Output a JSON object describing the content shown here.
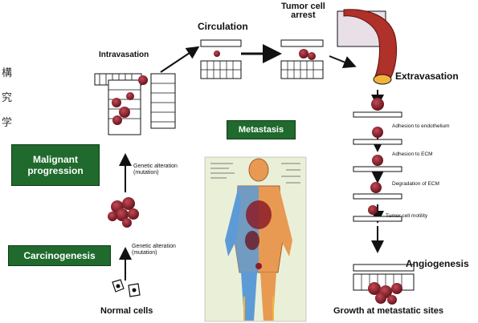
{
  "labels": {
    "intravasation": "Intravasation",
    "circulation": "Circulation",
    "tumor_cell_arrest": "Tumor cell\narrest",
    "extravasation": "Extravasation",
    "metastasis": "Metastasis",
    "malignant_progression": "Malignant\nprogression",
    "carcinogenesis": "Carcinogenesis",
    "genetic_alteration_1": "Genetic alteration\n(mutation)",
    "genetic_alteration_2": "Genetic alteration\n(mutation)",
    "normal_cells": "Normal cells",
    "adhesion_endothelium": "Adhesion to endothelium",
    "adhesion_ecm": "Adhesion to ECM",
    "degradation_ecm": "Degradation of ECM",
    "tumor_cell_motility": "Tumor cell motility",
    "angiogenesis": "Angiogenesis",
    "growth_metastatic": "Growth at metastatic sites"
  },
  "side_chars": [
    "構",
    "究",
    "学"
  ],
  "colors": {
    "green_box": "#1f6a2c",
    "tumor_red": "#8b1c28",
    "artery_red": "#b0302a",
    "skin_orange": "#e89a52",
    "body_blue": "#5d9bd6"
  }
}
